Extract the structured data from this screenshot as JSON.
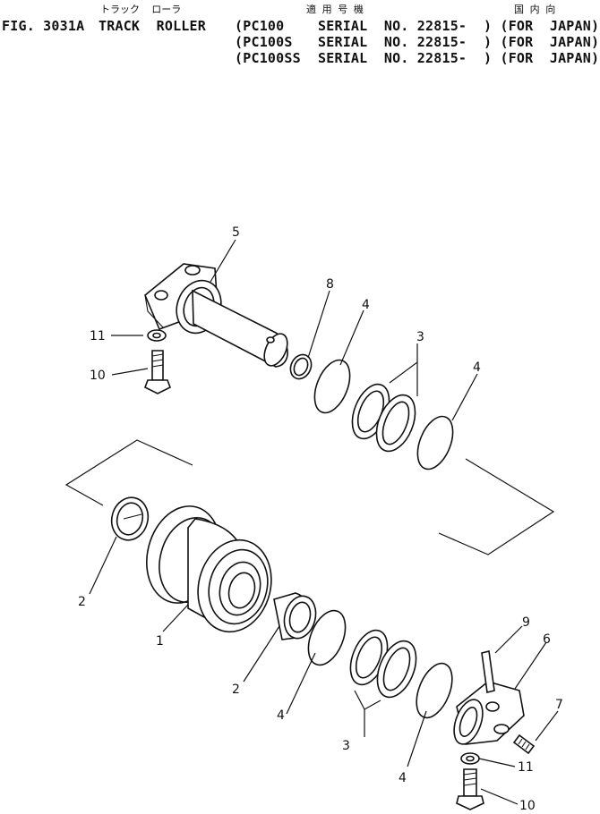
{
  "header": {
    "kana_title": "トラック  ローラ",
    "kana_model": "適 用 号 機",
    "kana_region": "国 内 向",
    "fig_no": "FIG. 3031A",
    "title": "TRACK  ROLLER",
    "lines": [
      {
        "model": "(PC100",
        "serial": "SERIAL  NO. 22815-",
        "region": ") (FOR  JAPAN)"
      },
      {
        "model": "(PC100S",
        "serial": "SERIAL  NO. 22815-",
        "region": ") (FOR  JAPAN)"
      },
      {
        "model": "(PC100SS",
        "serial": "SERIAL  NO. 22815-",
        "region": ") (FOR  JAPAN)"
      }
    ]
  },
  "callouts": [
    {
      "id": "c5",
      "text": "5"
    },
    {
      "id": "c8",
      "text": "8"
    },
    {
      "id": "c4a",
      "text": "4"
    },
    {
      "id": "c3a",
      "text": "3"
    },
    {
      "id": "c4b",
      "text": "4"
    },
    {
      "id": "c11a",
      "text": "11"
    },
    {
      "id": "c10a",
      "text": "10"
    },
    {
      "id": "c2a",
      "text": "2"
    },
    {
      "id": "c1",
      "text": "1"
    },
    {
      "id": "c2b",
      "text": "2"
    },
    {
      "id": "c4c",
      "text": "4"
    },
    {
      "id": "c3b",
      "text": "3"
    },
    {
      "id": "c4d",
      "text": "4"
    },
    {
      "id": "c9",
      "text": "9"
    },
    {
      "id": "c6",
      "text": "6"
    },
    {
      "id": "c7",
      "text": "7"
    },
    {
      "id": "c11b",
      "text": "11"
    },
    {
      "id": "c10b",
      "text": "10"
    }
  ]
}
